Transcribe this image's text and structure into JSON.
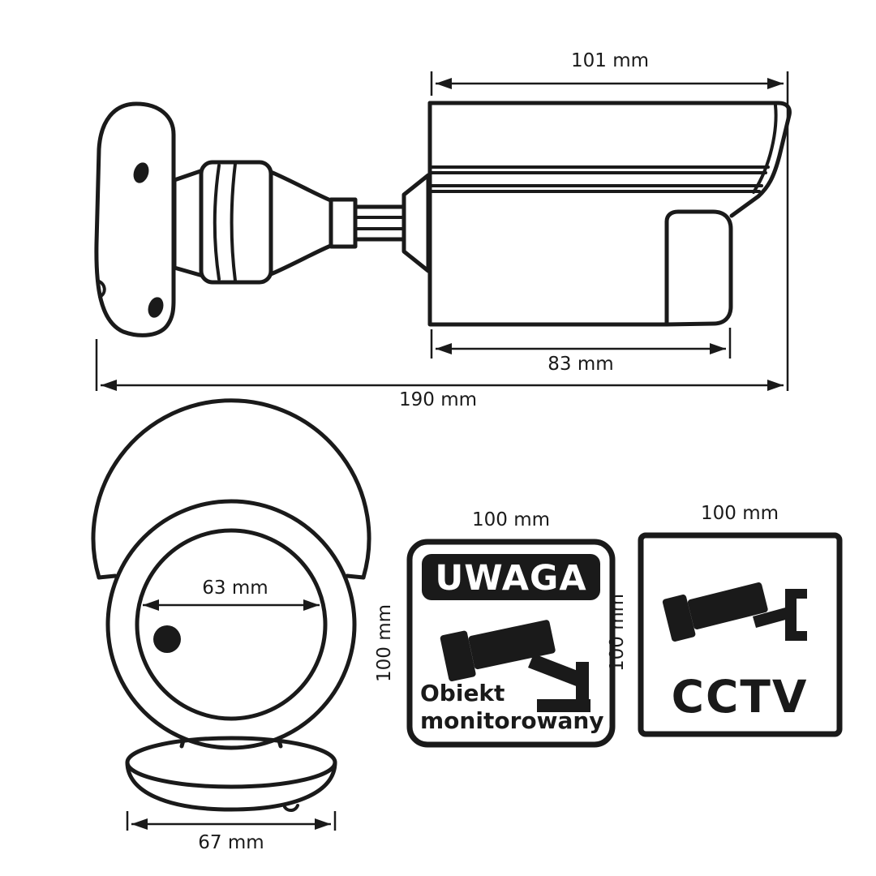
{
  "side_view": {
    "dim_top_label": "101 mm",
    "dim_body_label": "83 mm",
    "dim_total_label": "190 mm"
  },
  "front_view": {
    "dim_lens_label": "63 mm",
    "dim_base_label": "67 mm"
  },
  "uwaga_sticker": {
    "dim_width_label": "100 mm",
    "dim_height_label": "100 mm",
    "title": "UWAGA",
    "caption_line1": "Obiekt",
    "caption_line2": "monitorowany"
  },
  "cctv_sticker": {
    "dim_width_label": "100 mm",
    "dim_height_label": "100 mm",
    "label": "CCTV"
  },
  "icons": {
    "uwaga_icon": "cctv-camera-icon",
    "cctv_icon": "cctv-camera-icon"
  },
  "colors": {
    "ink": "#1a1a1a",
    "background": "#ffffff",
    "sticker_banner": "#1a1a1a"
  }
}
